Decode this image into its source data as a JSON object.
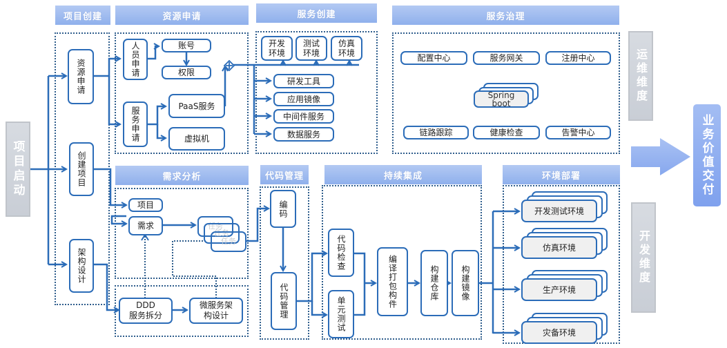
{
  "diagram": {
    "start_label": "项目启动",
    "end_label": "业务价值交付",
    "dimensions": {
      "ops": "运维维度",
      "dev": "开发维度"
    },
    "sections": {
      "project_creation": {
        "header": "项目创建",
        "items": [
          "资源申请",
          "创建项目",
          "架构设计"
        ]
      },
      "resource_request": {
        "header": "资源申请",
        "personnel": "人员申请",
        "account": "账号",
        "permission": "权限",
        "service": "服务申请",
        "paas": "PaaS服务",
        "vm": "虚拟机"
      },
      "service_creation": {
        "header": "服务创建",
        "envs": [
          "开发环境",
          "测试环境",
          "仿真环境"
        ],
        "items": [
          "研发工具",
          "应用镜像",
          "中间件服务",
          "数据服务"
        ]
      },
      "service_governance": {
        "header": "服务治理",
        "top": [
          "配置中心",
          "服务网关",
          "注册中心"
        ],
        "center_line1": "Spring",
        "center_line2": "boot",
        "bottom": [
          "链路跟踪",
          "健康检查",
          "告警中心"
        ]
      },
      "requirement_analysis": {
        "header": "需求分析",
        "project": "项目",
        "requirement": "需求",
        "task": "任务",
        "ddd_line1": "DDD",
        "ddd_line2": "服务拆分",
        "micro_line1": "微服务架",
        "micro_line2": "构设计"
      },
      "code_management": {
        "header": "代码管理",
        "coding": "编码",
        "code_mgmt": "代码管理"
      },
      "continuous_integration": {
        "header": "持续集成",
        "code_check": "代码检查",
        "unit_test": "单元测试",
        "compile": "编译打包构件",
        "build_repo": "构建仓库",
        "build_image": "构建镜像"
      },
      "environment_deployment": {
        "header": "环境部署",
        "envs": [
          "开发测试环境",
          "仿真环境",
          "生产环境",
          "灾备环境"
        ]
      }
    },
    "colors": {
      "line": "#2b6cb8",
      "header_fill": "#9db9ef",
      "dotted_border": "#2e5d8c",
      "side_gray": "#cfd4db",
      "delivery_blue": "#8aaaf0"
    }
  }
}
